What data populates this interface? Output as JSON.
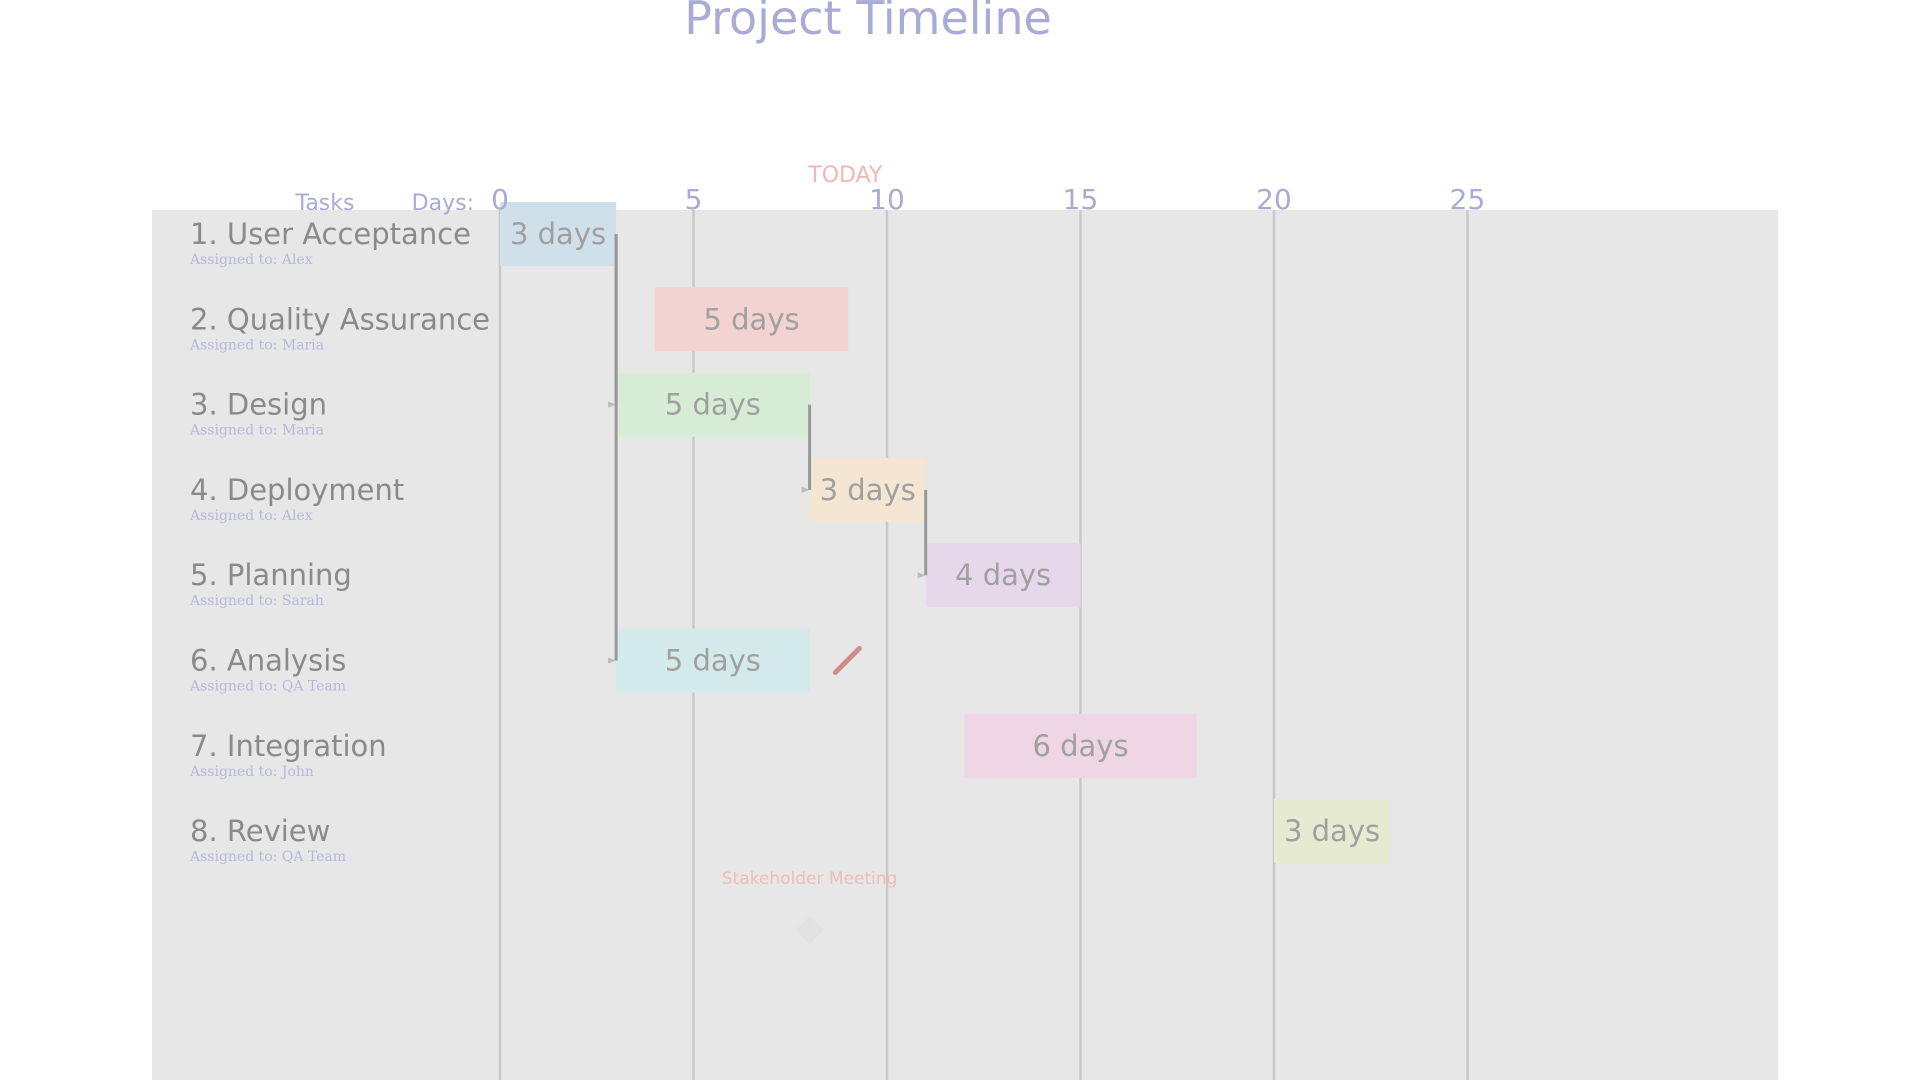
{
  "chart_data": {
    "type": "gantt",
    "title": "Project Timeline",
    "tasks_header": "Tasks",
    "days_header": "Days:",
    "today_label": "TODAY",
    "today_day": 9,
    "x_ticks": [
      0,
      5,
      10,
      15,
      20,
      25
    ],
    "xlim": [
      0,
      33
    ],
    "grid": true,
    "tasks": [
      {
        "name": "1. User Acceptance",
        "assignee": "Assigned to: Alex",
        "start": 0,
        "duration": 3,
        "label": "3 days",
        "color": "#cfe0ea"
      },
      {
        "name": "2. Quality Assurance",
        "assignee": "Assigned to: Maria",
        "start": 4,
        "duration": 5,
        "label": "5 days",
        "color": "#f2d3d1"
      },
      {
        "name": "3. Design",
        "assignee": "Assigned to: Maria",
        "start": 3,
        "duration": 5,
        "label": "5 days",
        "color": "#d7ecd5"
      },
      {
        "name": "4. Deployment",
        "assignee": "Assigned to: Alex",
        "start": 8,
        "duration": 3,
        "label": "3 days",
        "color": "#f4e6d3"
      },
      {
        "name": "5. Planning",
        "assignee": "Assigned to: Sarah",
        "start": 11,
        "duration": 4,
        "label": "4 days",
        "color": "#e6d8ea"
      },
      {
        "name": "6. Analysis",
        "assignee": "Assigned to: QA Team",
        "start": 3,
        "duration": 5,
        "label": "5 days",
        "color": "#d3e9ea"
      },
      {
        "name": "7. Integration",
        "assignee": "Assigned to: John",
        "start": 12,
        "duration": 6,
        "label": "6 days",
        "color": "#efd6e4"
      },
      {
        "name": "8. Review",
        "assignee": "Assigned to: QA Team",
        "start": 20,
        "duration": 3,
        "label": "3 days",
        "color": "#e5ead0"
      }
    ],
    "dependencies": [
      {
        "from": 0,
        "to": 2
      },
      {
        "from": 0,
        "to": 5
      },
      {
        "from": 2,
        "to": 3
      },
      {
        "from": 3,
        "to": 4
      }
    ],
    "milestone": {
      "label": "Stakeholder Meeting",
      "day": 8
    },
    "colors": {
      "plot_background": "#e7e7e7",
      "grid": "#c8c8c8",
      "dependency": "#999999",
      "title": "#a8abd6",
      "today_marker": "#d4898a"
    }
  }
}
